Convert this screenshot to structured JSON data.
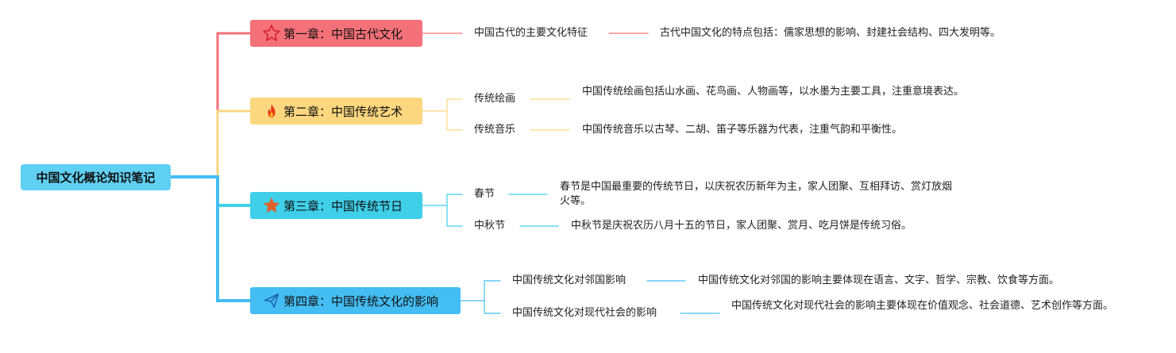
{
  "root": {
    "label": "中国文化概论知识笔记"
  },
  "colors": {
    "root": "#5fd0f2",
    "chapter1": "#f57179",
    "chapter2": "#fcd77f",
    "chapter3": "#3fcfe8",
    "chapter4": "#44bdf3"
  },
  "chapters": [
    {
      "label": "第一章：中国古代文化",
      "icon": "star-outline-icon",
      "topics": [
        {
          "label": "中国古代的主要文化特征",
          "note": "古代中国文化的特点包括：儒家思想的影响、封建社会结构、四大发明等。"
        }
      ]
    },
    {
      "label": "第二章：中国传统艺术",
      "icon": "fire-icon",
      "topics": [
        {
          "label": "传统绘画",
          "note": "中国传统绘画包括山水画、花鸟画、人物画等，以水墨为主要工具，注重意境表达。"
        },
        {
          "label": "传统音乐",
          "note": "中国传统音乐以古琴、二胡、笛子等乐器为代表，注重气韵和平衡性。"
        }
      ]
    },
    {
      "label": "第三章：中国传统节日",
      "icon": "star-filled-icon",
      "topics": [
        {
          "label": "春节",
          "note": "春节是中国最重要的传统节日，以庆祝农历新年为主，家人团聚、互相拜访、赏灯放烟火等。"
        },
        {
          "label": "中秋节",
          "note": "中秋节是庆祝农历八月十五的节日，家人团聚、赏月、吃月饼是传统习俗。"
        }
      ]
    },
    {
      "label": "第四章：中国传统文化的影响",
      "icon": "paper-plane-icon",
      "topics": [
        {
          "label": "中国传统文化对邻国影响",
          "note": "中国传统文化对邻国的影响主要体现在语言、文字、哲学、宗教、饮食等方面。"
        },
        {
          "label": "中国传统文化对现代社会的影响",
          "note": "中国传统文化对现代社会的影响主要体现在价值观念、社会道德、艺术创作等方面。"
        }
      ]
    }
  ]
}
